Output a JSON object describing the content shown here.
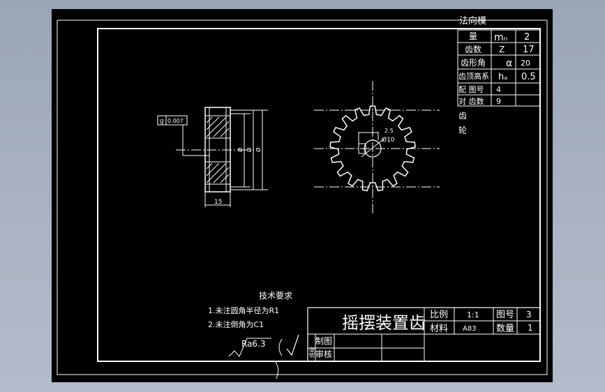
{
  "param_table": {
    "header": "法向模",
    "rows": [
      {
        "label": "量",
        "symbol": "mₙ",
        "value": "2"
      },
      {
        "label": "齿数",
        "symbol": "Z",
        "value": "17"
      },
      {
        "label": "齿形角",
        "symbol": "α",
        "value": "20"
      },
      {
        "label": "齿顶高系",
        "symbol": "hₐ",
        "value": "0.5"
      },
      {
        "label": "配 图号",
        "symbol": "4",
        "value": ""
      },
      {
        "label": "对 齿数",
        "symbol": "9",
        "value": ""
      }
    ],
    "side_note": [
      "齿",
      "轮"
    ]
  },
  "drawing": {
    "tolerance_value": "0.007",
    "tolerance_symbol": "g",
    "width_dim": "15",
    "keyway_dim": "2.5",
    "bore_dim": "Ø10",
    "vertical_dims": [
      "Ø",
      "Ø",
      "Ø"
    ]
  },
  "tech_requirements": {
    "title": "技术要求",
    "items": [
      "1.未注圆角半径为R1",
      "2.未注倒角为C1"
    ],
    "roughness": "Ra6.3",
    "bracket": "(√)"
  },
  "title_block": {
    "part_name": "摇摆装置齿",
    "scale_label": "比例",
    "scale_value": "1:1",
    "drawing_no_label": "图号",
    "drawing_no_value": "3",
    "material_label": "材料",
    "material_value": "A83",
    "qty_label": "数量",
    "qty_value": "1",
    "drawn_label": "制图",
    "checked_label": "审核",
    "side_label": "班级"
  }
}
